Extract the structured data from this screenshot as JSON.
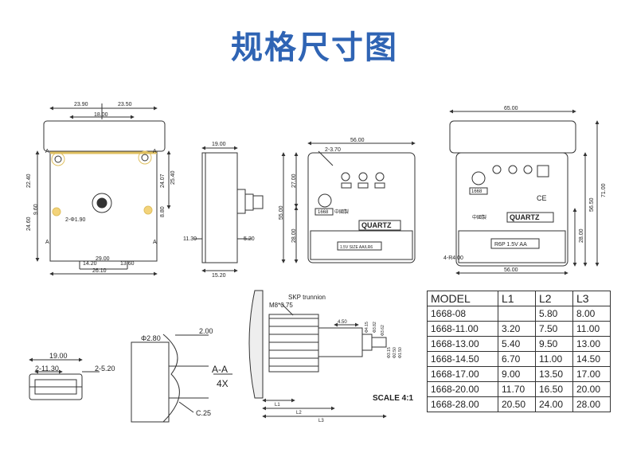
{
  "title": "规格尺寸图",
  "drawing1": {
    "dims": [
      "23.90",
      "23.50",
      "18.00",
      "22.40",
      "24.07",
      "25.40",
      "24.60",
      "2-Φ1.90",
      "9.60",
      "8.80",
      "14.20",
      "29.00",
      "13.60",
      "26.10"
    ],
    "section_marks": [
      "A",
      "A",
      "A",
      "A"
    ]
  },
  "drawing2": {
    "dims": [
      "19.00",
      "11.30",
      "5.20",
      "15.20"
    ]
  },
  "drawing3": {
    "dims": [
      "56.00",
      "2-3.70",
      "27.00",
      "55.00",
      "28.00"
    ],
    "labels": {
      "quartz": "QUARTZ",
      "battery": "1.5V SIZE AA/LR6",
      "brand": "1668",
      "cn_mark": "中國製"
    }
  },
  "drawing4": {
    "dims": [
      "65.00",
      "71.00",
      "56.50",
      "28.00",
      "4-R4.00",
      "56.00"
    ],
    "labels": {
      "quartz": "QUARTZ",
      "battery": "R6P 1.5V AA",
      "brand": "1668",
      "cn_mark": "中國製",
      "ce": "CE"
    }
  },
  "section_view": {
    "dims": [
      "19.00",
      "2-11.30",
      "2-5.20",
      "Φ2.80",
      "2.00",
      "C.25"
    ],
    "section_label": "A-A",
    "scale_label": "4X"
  },
  "trunnion_view": {
    "labels": {
      "trunnion": "SKP trunnion",
      "thread": "M8*0.75",
      "scale": "SCALE 4:1"
    },
    "dims": [
      "4.50",
      "L1",
      "L2",
      "L3"
    ],
    "diameters": [
      "Φ4.15",
      "Φ3.82",
      "Φ3.62",
      "Φ3.15",
      "Φ2.50",
      "Φ1.50"
    ]
  },
  "spec_table": {
    "headers": [
      "MODEL",
      "L1",
      "L2",
      "L3"
    ],
    "rows": [
      [
        "1668-08",
        "",
        "5.80",
        "8.00"
      ],
      [
        "1668-11.00",
        "3.20",
        "7.50",
        "11.00"
      ],
      [
        "1668-13.00",
        "5.40",
        "9.50",
        "13.00"
      ],
      [
        "1668-14.50",
        "6.70",
        "11.00",
        "14.50"
      ],
      [
        "1668-17.00",
        "9.00",
        "13.50",
        "17.00"
      ],
      [
        "1668-20.00",
        "11.70",
        "16.50",
        "20.00"
      ],
      [
        "1668-28.00",
        "20.50",
        "24.00",
        "28.00"
      ]
    ]
  }
}
